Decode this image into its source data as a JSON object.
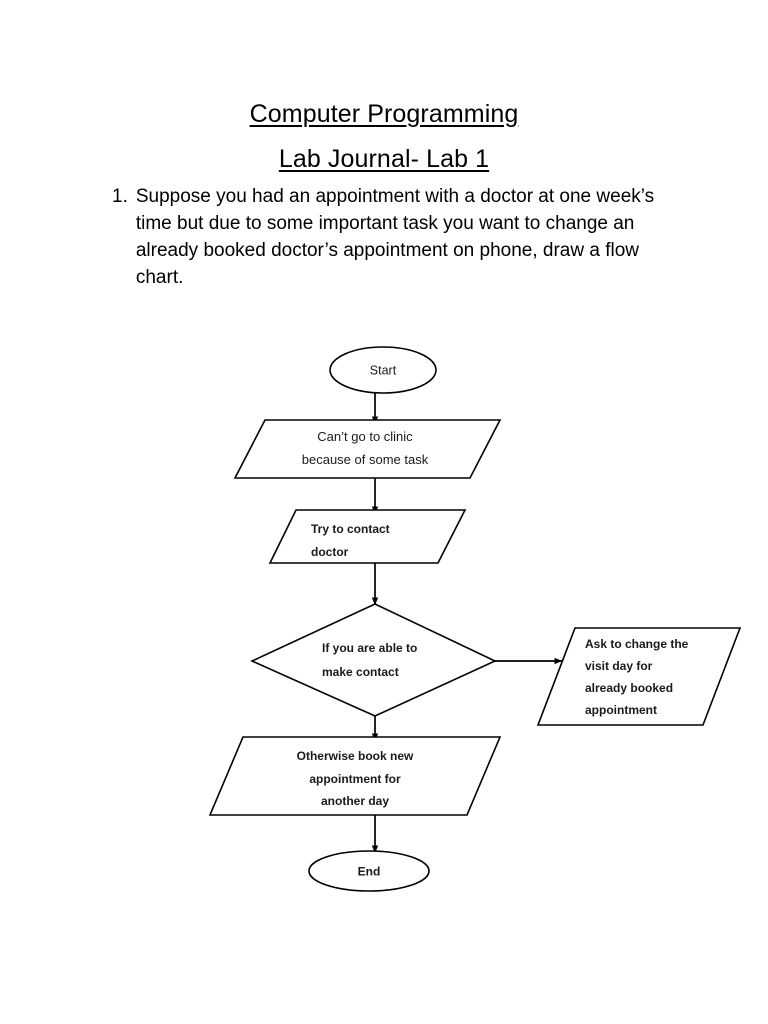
{
  "document": {
    "title_line_1": "Computer Programming",
    "title_line_2": "Lab Journal- Lab 1",
    "question": {
      "number": "1.",
      "text": "Suppose you had an appointment with a doctor at one week’s time but due to some important task you want to change an already booked doctor’s appointment on phone, draw a flow chart."
    }
  },
  "flowchart": {
    "nodes": {
      "start": {
        "label": "Start",
        "shape": "ellipse"
      },
      "cant_go": {
        "line1": "Can’t go to clinic",
        "line2": "because of some task",
        "shape": "parallelogram"
      },
      "try_contact": {
        "line1": "Try to contact",
        "line2": "doctor",
        "shape": "parallelogram"
      },
      "decision": {
        "line1": "If you are able to",
        "line2": "make contact",
        "shape": "diamond"
      },
      "ask_change": {
        "line1": "Ask to change the",
        "line2": "visit day for",
        "line3": "already booked",
        "line4": "appointment",
        "shape": "parallelogram"
      },
      "otherwise": {
        "line1": "Otherwise book new",
        "line2": "appointment for",
        "line3": "another day",
        "shape": "parallelogram"
      },
      "end": {
        "label": "End",
        "shape": "ellipse"
      }
    },
    "colors": {
      "stroke": "#000000",
      "fill": "#ffffff",
      "text": "#1a1a1a"
    }
  }
}
